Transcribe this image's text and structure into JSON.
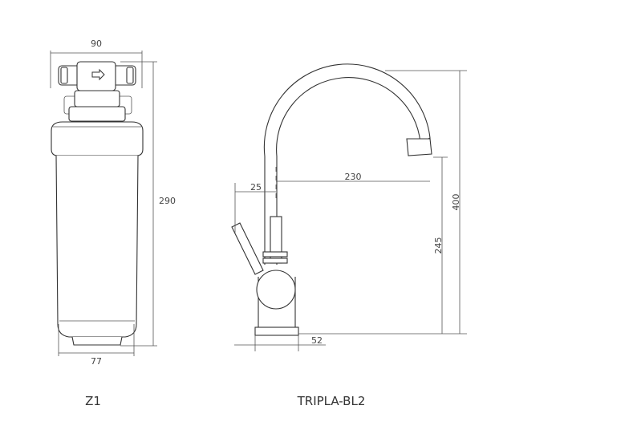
{
  "filter": {
    "caption": "Z1",
    "dim_top_width": "90",
    "dim_height": "290",
    "dim_bottom_width": "77"
  },
  "faucet": {
    "caption": "TRIPLA-BL2",
    "dim_left": "25",
    "dim_reach": "230",
    "dim_total_height": "400",
    "dim_spout_height": "245",
    "dim_base": "52"
  }
}
